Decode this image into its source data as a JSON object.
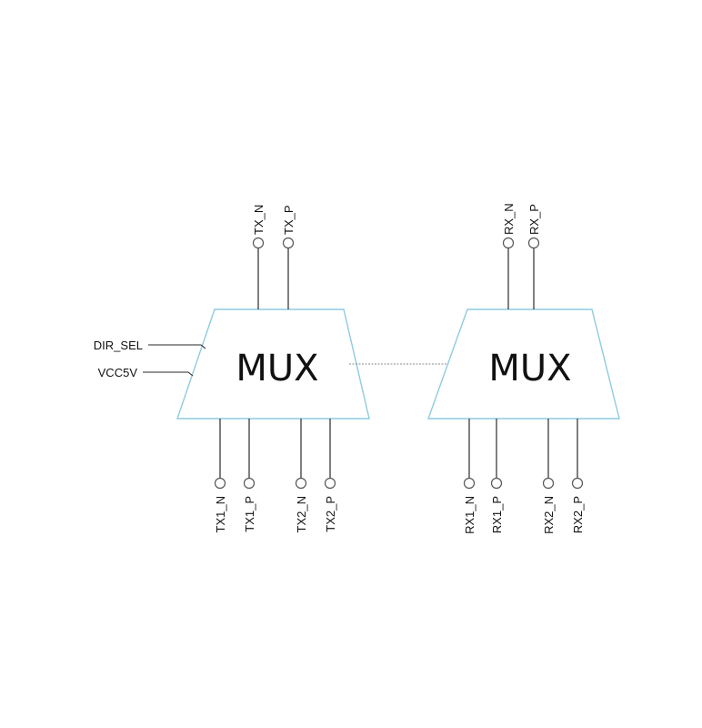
{
  "mux_left": {
    "label": "MUX",
    "top_pins": [
      "TX_N",
      "TX_P"
    ],
    "bottom_pins": [
      "TX1_N",
      "TX1_P",
      "TX2_N",
      "TX2_P"
    ],
    "side_inputs": [
      "DIR_SEL",
      "VCC5V"
    ]
  },
  "mux_right": {
    "label": "MUX",
    "top_pins": [
      "RX_N",
      "RX_P"
    ],
    "bottom_pins": [
      "RX1_N",
      "RX1_P",
      "RX2_N",
      "RX2_P"
    ]
  },
  "colors": {
    "mux_outline": "#8ecbe0",
    "wire": "#2a2a2a"
  }
}
